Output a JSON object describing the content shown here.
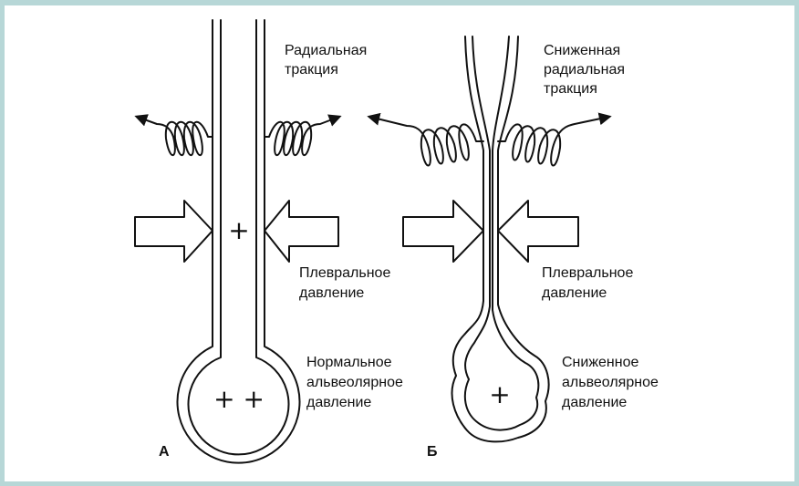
{
  "panel_a": {
    "letter": "А",
    "radial_traction": [
      "Радиальная",
      "тракция"
    ],
    "pleural_pressure": [
      "Плевральное",
      "давление"
    ],
    "alveolar_pressure": [
      "Нормальное",
      "альвеолярное",
      "давление"
    ],
    "airway_sign": "+",
    "alveolus_sign": "+ +"
  },
  "panel_b": {
    "letter": "Б",
    "radial_traction": [
      "Сниженная",
      "радиальная",
      "тракция"
    ],
    "pleural_pressure": [
      "Плевральное",
      "давление"
    ],
    "alveolar_pressure": [
      "Сниженное",
      "альвеолярное",
      "давление"
    ],
    "alveolus_sign": "+"
  }
}
